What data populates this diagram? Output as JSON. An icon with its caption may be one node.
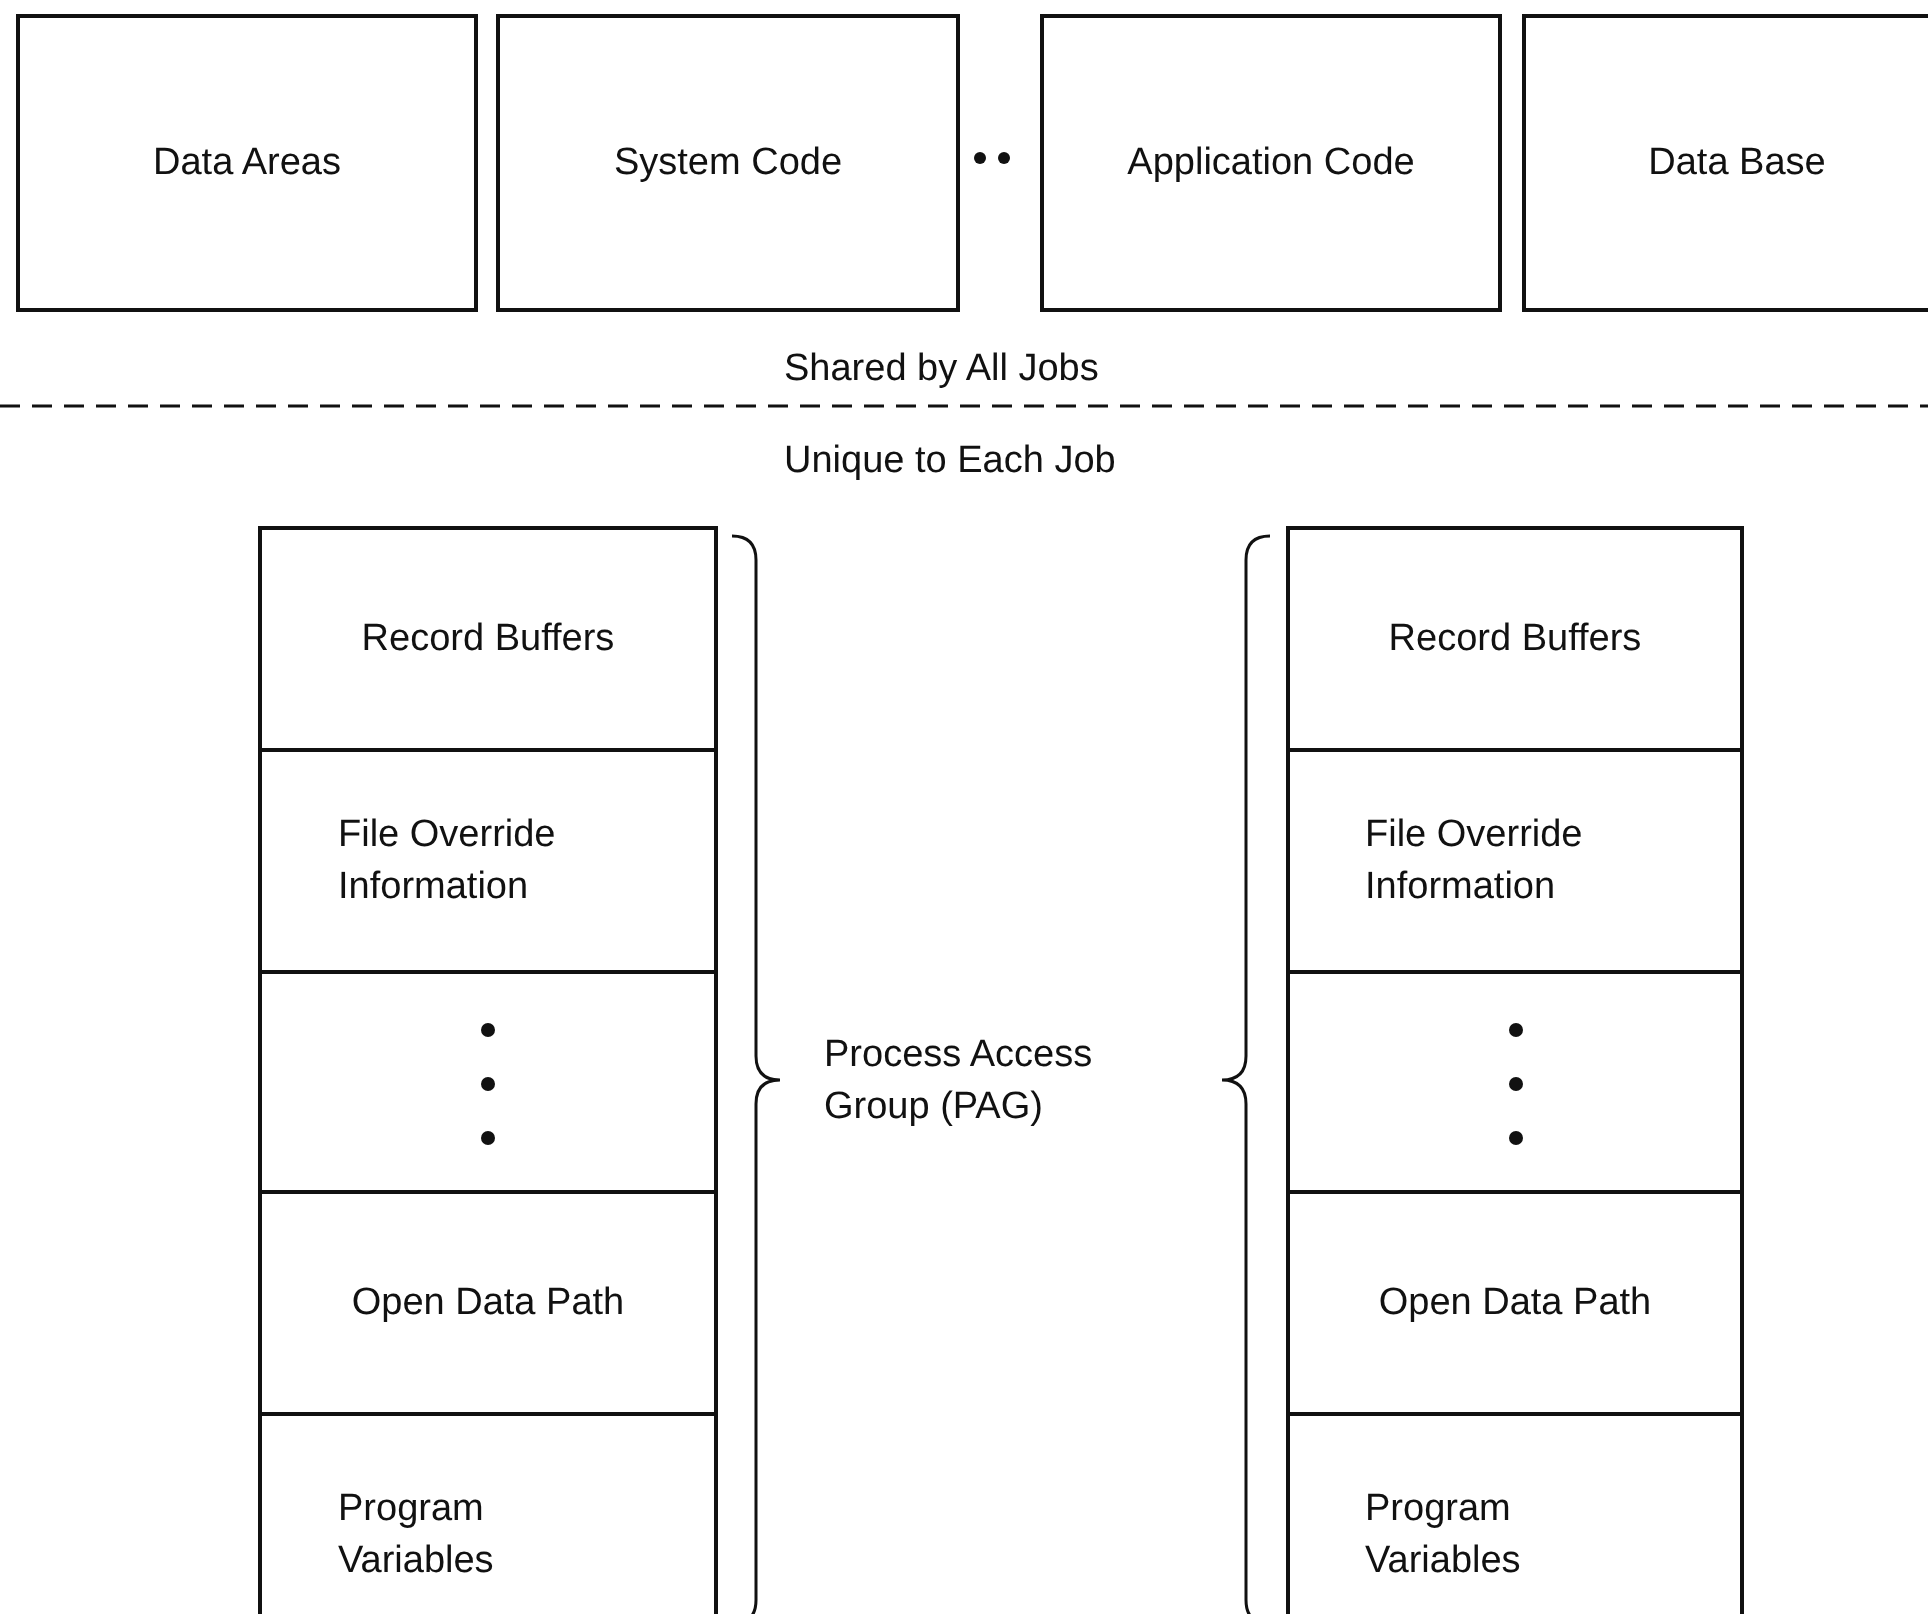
{
  "diagram": {
    "nodes": [
      {
        "text": [
          "Data Areas"
        ]
      },
      {
        "text": [
          "System Code"
        ]
      },
      {
        "text": [
          "Application Code"
        ]
      },
      {
        "text": [
          "Data Base"
        ]
      },
      {
        "text": [
          "Record Buffers"
        ]
      },
      {
        "text": [
          "File Override Information"
        ]
      },
      {
        "text": [],
        "shape": "box"
      },
      {
        "text": [
          "Open Data Path"
        ]
      },
      {
        "text": [
          "Program Variables"
        ]
      },
      {
        "text": [
          "Record Buffers"
        ]
      },
      {
        "text": [
          "File Override Information"
        ]
      },
      {
        "text": [],
        "shape": "box"
      },
      {
        "text": [
          "Open Data Path"
        ]
      },
      {
        "text": [
          "Program Variables"
        ]
      }
    ],
    "edges": [],
    "labels": [
      "Shared by All Jobs",
      "Unique to Each Job",
      "Process Access Group (PAG)"
    ]
  }
}
